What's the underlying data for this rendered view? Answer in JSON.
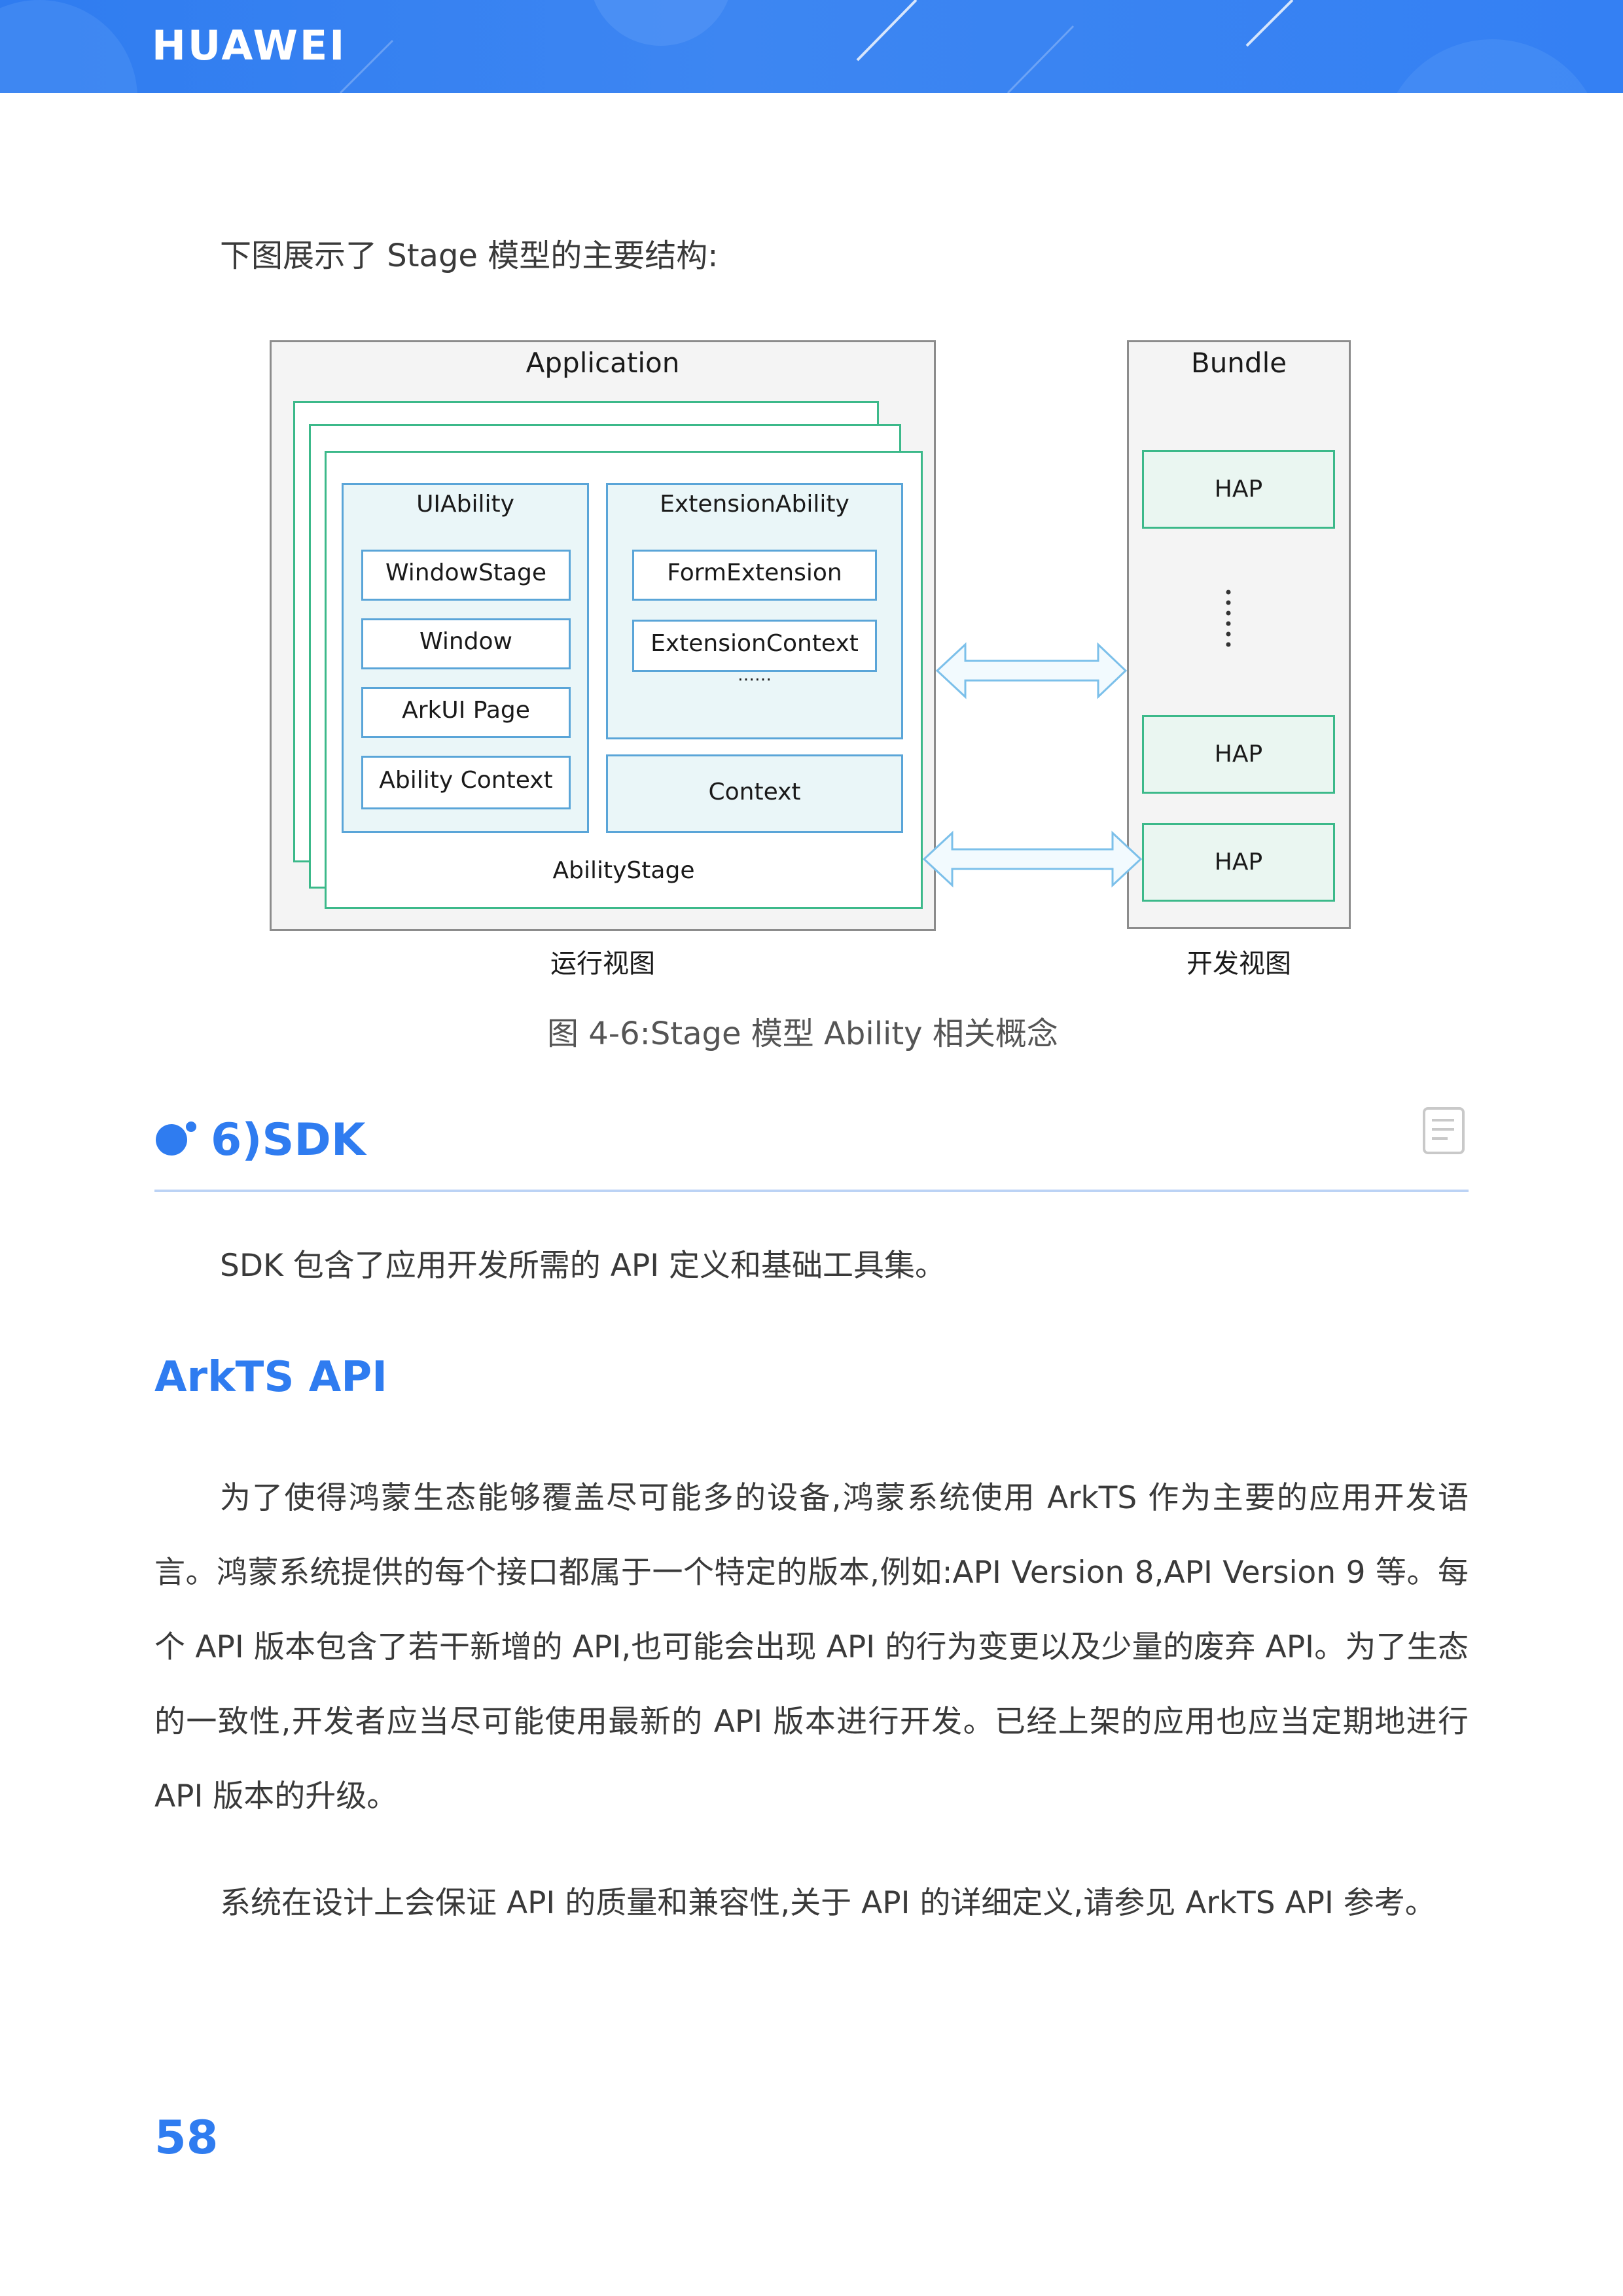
{
  "header": {
    "brand": "HUAWEI"
  },
  "intro_text": "下图展示了 Stage 模型的主要结构:",
  "diagram": {
    "application_label": "Application",
    "bundle_label": "Bundle",
    "uiability_label": "UIAbility",
    "uiability_items": [
      "WindowStage",
      "Window",
      "ArkUI Page",
      "Ability Context"
    ],
    "extension_label": "ExtensionAbility",
    "extension_items": [
      "FormExtension",
      "ExtensionContext"
    ],
    "extension_more": "……",
    "context_label": "Context",
    "abilitystage_label": "AbilityStage",
    "hap_labels": [
      "HAP",
      "HAP",
      "HAP"
    ],
    "runtime_view_label": "运行视图",
    "dev_view_label": "开发视图",
    "colors": {
      "green": "#3cb98a",
      "panel": "#f4f4f4",
      "inner": "#eaf6f8",
      "blue_border": "#5aa5d8",
      "arrow": "#7cc0ea"
    }
  },
  "figure_caption": "图 4-6:Stage 模型 Ability 相关概念",
  "section": {
    "title": "6)SDK",
    "icon": "note-icon"
  },
  "sdk_text": "SDK 包含了应用开发所需的 API 定义和基础工具集。",
  "subsection_title": "ArkTS API",
  "para1": "为了使得鸿蒙生态能够覆盖尽可能多的设备,鸿蒙系统使用 ArkTS 作为主要的应用开发语言。鸿蒙系统提供的每个接口都属于一个特定的版本,例如:API Version 8,API Version 9 等。每个 API 版本包含了若干新增的 API,也可能会出现 API 的行为变更以及少量的废弃 API。为了生态的一致性,开发者应当尽可能使用最新的 API 版本进行开发。已经上架的应用也应当定期地进行 API 版本的升级。",
  "para2": "系统在设计上会保证 API 的质量和兼容性,关于 API 的详细定义,请参见 ArkTS API 参考。",
  "page_number": "58"
}
